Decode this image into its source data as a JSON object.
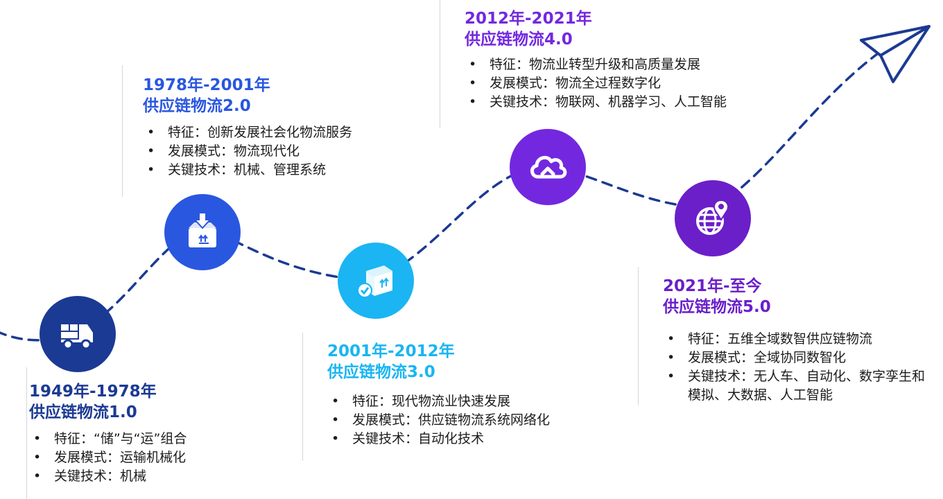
{
  "colors": {
    "navy": "#1b3a93",
    "royal": "#2a57e0",
    "cyan": "#1ab5f2",
    "violet": "#7328e0",
    "purple": "#6a1fc9",
    "path": "#1b3a93"
  },
  "stages": [
    {
      "period": "1949年-1978年",
      "title": "供应链物流1.0",
      "icon": "truck-icon",
      "bullets": [
        "特征：“储”与“运”组合",
        "发展模式：运输机械化",
        "关键技术：机械"
      ]
    },
    {
      "period": "1978年-2001年",
      "title": "供应链物流2.0",
      "icon": "box-download-icon",
      "bullets": [
        "特征：创新发展社会化物流服务",
        "发展模式：物流现代化",
        "关键技术：机械、管理系统"
      ]
    },
    {
      "period": "2001年-2012年",
      "title": "供应链物流3.0",
      "icon": "box-check-icon",
      "bullets": [
        "特征：现代物流业快速发展",
        "发展模式：供应链物流系统网络化",
        "关键技术：自动化技术"
      ]
    },
    {
      "period": "2012年-2021年",
      "title": "供应链物流4.0",
      "icon": "cloud-icon",
      "bullets": [
        "特征：物流业转型升级和高质量发展",
        "发展模式：物流全过程数字化",
        "关键技术：物联网、机器学习、人工智能"
      ]
    },
    {
      "period": "2021年-至今",
      "title": "供应链物流5.0",
      "icon": "globe-location-icon",
      "bullets": [
        "特征：五维全域数智供应链物流",
        "发展模式：全域协同数智化",
        "关键技术：无人车、自动化、数字孪生和模拟、大数据、人工智能"
      ]
    }
  ],
  "end_icon": "paper-plane-icon"
}
